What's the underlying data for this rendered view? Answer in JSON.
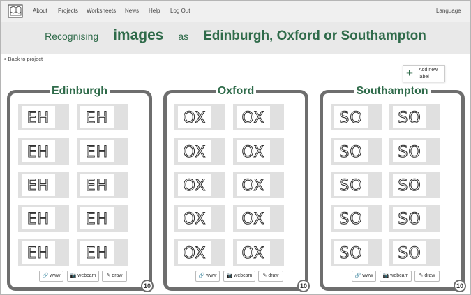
{
  "nav": {
    "items": [
      "About",
      "Projects",
      "Worksheets",
      "News",
      "Help",
      "Log Out"
    ],
    "language": "Language"
  },
  "hero": {
    "word1": "Recognising",
    "word2": "images",
    "word3": "as",
    "word4": "Edinburgh, Oxford or Southampton"
  },
  "back_link": "< Back to project",
  "add_label_button": "Add new label",
  "labels": [
    {
      "title": "Edinburgh",
      "glyph": "EH",
      "count": "10"
    },
    {
      "title": "Oxford",
      "glyph": "OX",
      "count": "10"
    },
    {
      "title": "Southampton",
      "glyph": "SO",
      "count": "10"
    }
  ],
  "tools": {
    "www": "www",
    "webcam": "webcam",
    "draw": "draw"
  },
  "colors": {
    "accent": "#2f6b4a",
    "card_border": "#6e6e6e",
    "tile_bg": "#e0e0e0"
  }
}
